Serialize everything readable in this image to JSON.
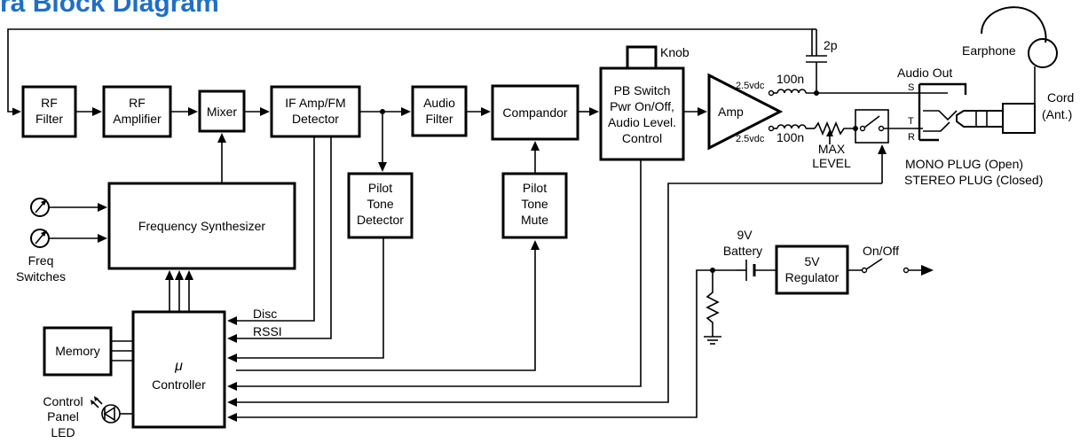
{
  "title": "ra Block Diagram",
  "blocks": {
    "rf_filter": [
      "RF",
      "Filter"
    ],
    "rf_amplifier": [
      "RF",
      "Amplifier"
    ],
    "mixer": [
      "Mixer"
    ],
    "if_amp": [
      "IF Amp/FM",
      "Detector"
    ],
    "audio_filter": [
      "Audio",
      "Filter"
    ],
    "compandor": [
      "Compandor"
    ],
    "pb_switch": [
      "PB Switch",
      "Pwr On/Off,",
      "Audio Level.",
      "Control"
    ],
    "amp": [
      "Amp"
    ],
    "frequency_synthesizer": [
      "Frequency Synthesizer"
    ],
    "pilot_tone_detector": [
      "Pilot",
      "Tone",
      "Detector"
    ],
    "pilot_tone_mute": [
      "Pilot",
      "Tone",
      "Mute"
    ],
    "memory": [
      "Memory"
    ],
    "controller": [
      "μ",
      "Controller"
    ],
    "regulator": [
      "5V",
      "Regulator"
    ]
  },
  "labels": {
    "knob": "Knob",
    "cap": "2p",
    "earphone": "Earphone",
    "audio_out": "Audio Out",
    "cord": [
      "Cord",
      "(Ant.)"
    ],
    "s": "S",
    "t": "T",
    "r": "R",
    "vdc_top": "2.5vdc",
    "vdc_bottom": "2.5vdc",
    "inductor_top": "100n",
    "inductor_bottom": "100n",
    "max_level": [
      "MAX",
      "LEVEL"
    ],
    "plug": [
      "MONO PLUG (Open)",
      "STEREO PLUG (Closed)"
    ],
    "battery": [
      "9V",
      "Battery"
    ],
    "on_off": "On/Off",
    "freq_switches": [
      "Freq",
      "Switches"
    ],
    "disc": "Disc",
    "rssi": "RSSI",
    "control_panel_led": [
      "Control",
      "Panel",
      "LED"
    ]
  }
}
